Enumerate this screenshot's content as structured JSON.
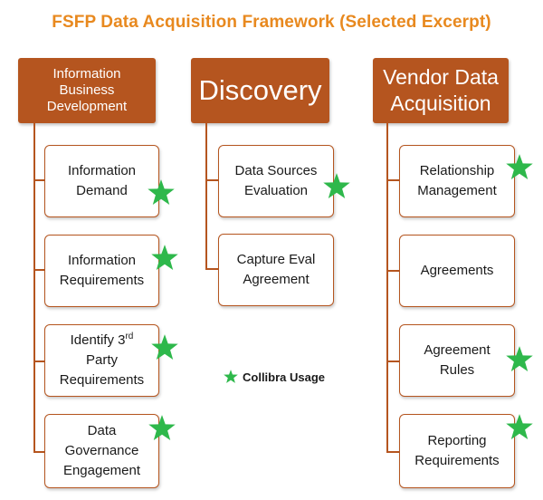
{
  "title": "FSFP Data Acquisition Framework (Selected Excerpt)",
  "columns": [
    {
      "header": [
        "Information",
        "Business",
        "Development"
      ],
      "items": [
        "Information\nDemand",
        "Information\nRequirements",
        "Identify 3rd\nParty\nRequirements",
        "Data\nGovernance\nEngagement"
      ]
    },
    {
      "header": [
        "Discovery"
      ],
      "items": [
        "Data Sources\nEvaluation",
        "Capture Eval\nAgreement"
      ]
    },
    {
      "header": [
        "Vendor Data",
        "Acquisition"
      ],
      "items": [
        "Relationship\nManagement",
        "Agreements",
        "Agreement\nRules",
        "Reporting\nRequirements"
      ]
    }
  ],
  "legend": {
    "label": "Collibra Usage",
    "star_color": "#2eb84b"
  },
  "colors": {
    "header": "#b5551f",
    "title": "#e8891f",
    "star": "#2eb84b"
  }
}
